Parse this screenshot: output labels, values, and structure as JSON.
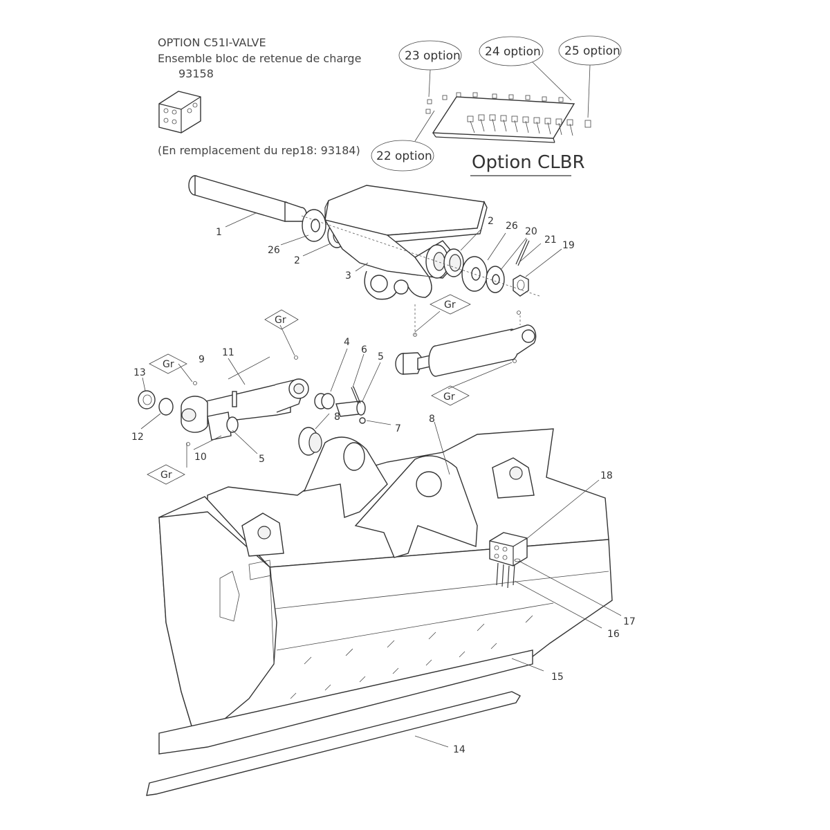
{
  "header": {
    "line1": "OPTION C51I-VALVE",
    "line2": "Ensemble bloc de retenue de charge",
    "line3": "93158",
    "note": "(En remplacement du rep18: 93184)"
  },
  "clbr": {
    "title": "Option CLBR",
    "bubbles": {
      "b22": "22 option",
      "b23": "23 option",
      "b24": "24 option",
      "b25": "25 option"
    }
  },
  "labels": {
    "l1": "1",
    "l2a": "2",
    "l2b": "2",
    "l3": "3",
    "l4": "4",
    "l5a": "5",
    "l5b": "5",
    "l6": "6",
    "l7": "7",
    "l8a": "8",
    "l8b": "8",
    "l9": "9",
    "l10": "10",
    "l11": "11",
    "l12": "12",
    "l13": "13",
    "l14": "14",
    "l15": "15",
    "l16": "16",
    "l17": "17",
    "l18": "18",
    "l19": "19",
    "l20": "20",
    "l21": "21",
    "l26a": "26",
    "l26b": "26"
  },
  "grease": {
    "g1": "Gr",
    "g2": "Gr",
    "g3": "Gr",
    "g4": "Gr",
    "g5": "Gr"
  },
  "colors": {
    "line": "#333333",
    "paper": "#ffffff"
  }
}
